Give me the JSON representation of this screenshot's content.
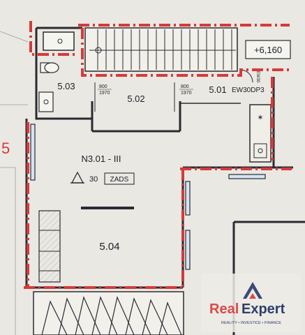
{
  "plan": {
    "level_marker": "+6,160",
    "rooms": [
      {
        "code": "5.01"
      },
      {
        "code": "5.02"
      },
      {
        "code": "5.03"
      },
      {
        "code": "5.04"
      }
    ],
    "doors": [
      {
        "width": "800",
        "height": "1970"
      },
      {
        "width": "800",
        "height": "1970"
      }
    ],
    "door_tag": "EW30DP3",
    "door_tag_small": "EW30",
    "section_ref": "N3.01 - III",
    "fire_rating": "30",
    "fire_class": "ZADS",
    "edge_mark": "5",
    "colors": {
      "fire_line": "#d63a3a",
      "wall": "#2a2a33",
      "paper": "#e9e8e2"
    }
  },
  "watermark": {
    "brand_left": "Real",
    "brand_right": "Expert",
    "tagline": "REALITY • INVESTICE • FINANCE",
    "icon": "roof-triangle-icon",
    "colors": {
      "brand_left": "#d94a4a",
      "brand_right": "#2f3e6b"
    }
  }
}
